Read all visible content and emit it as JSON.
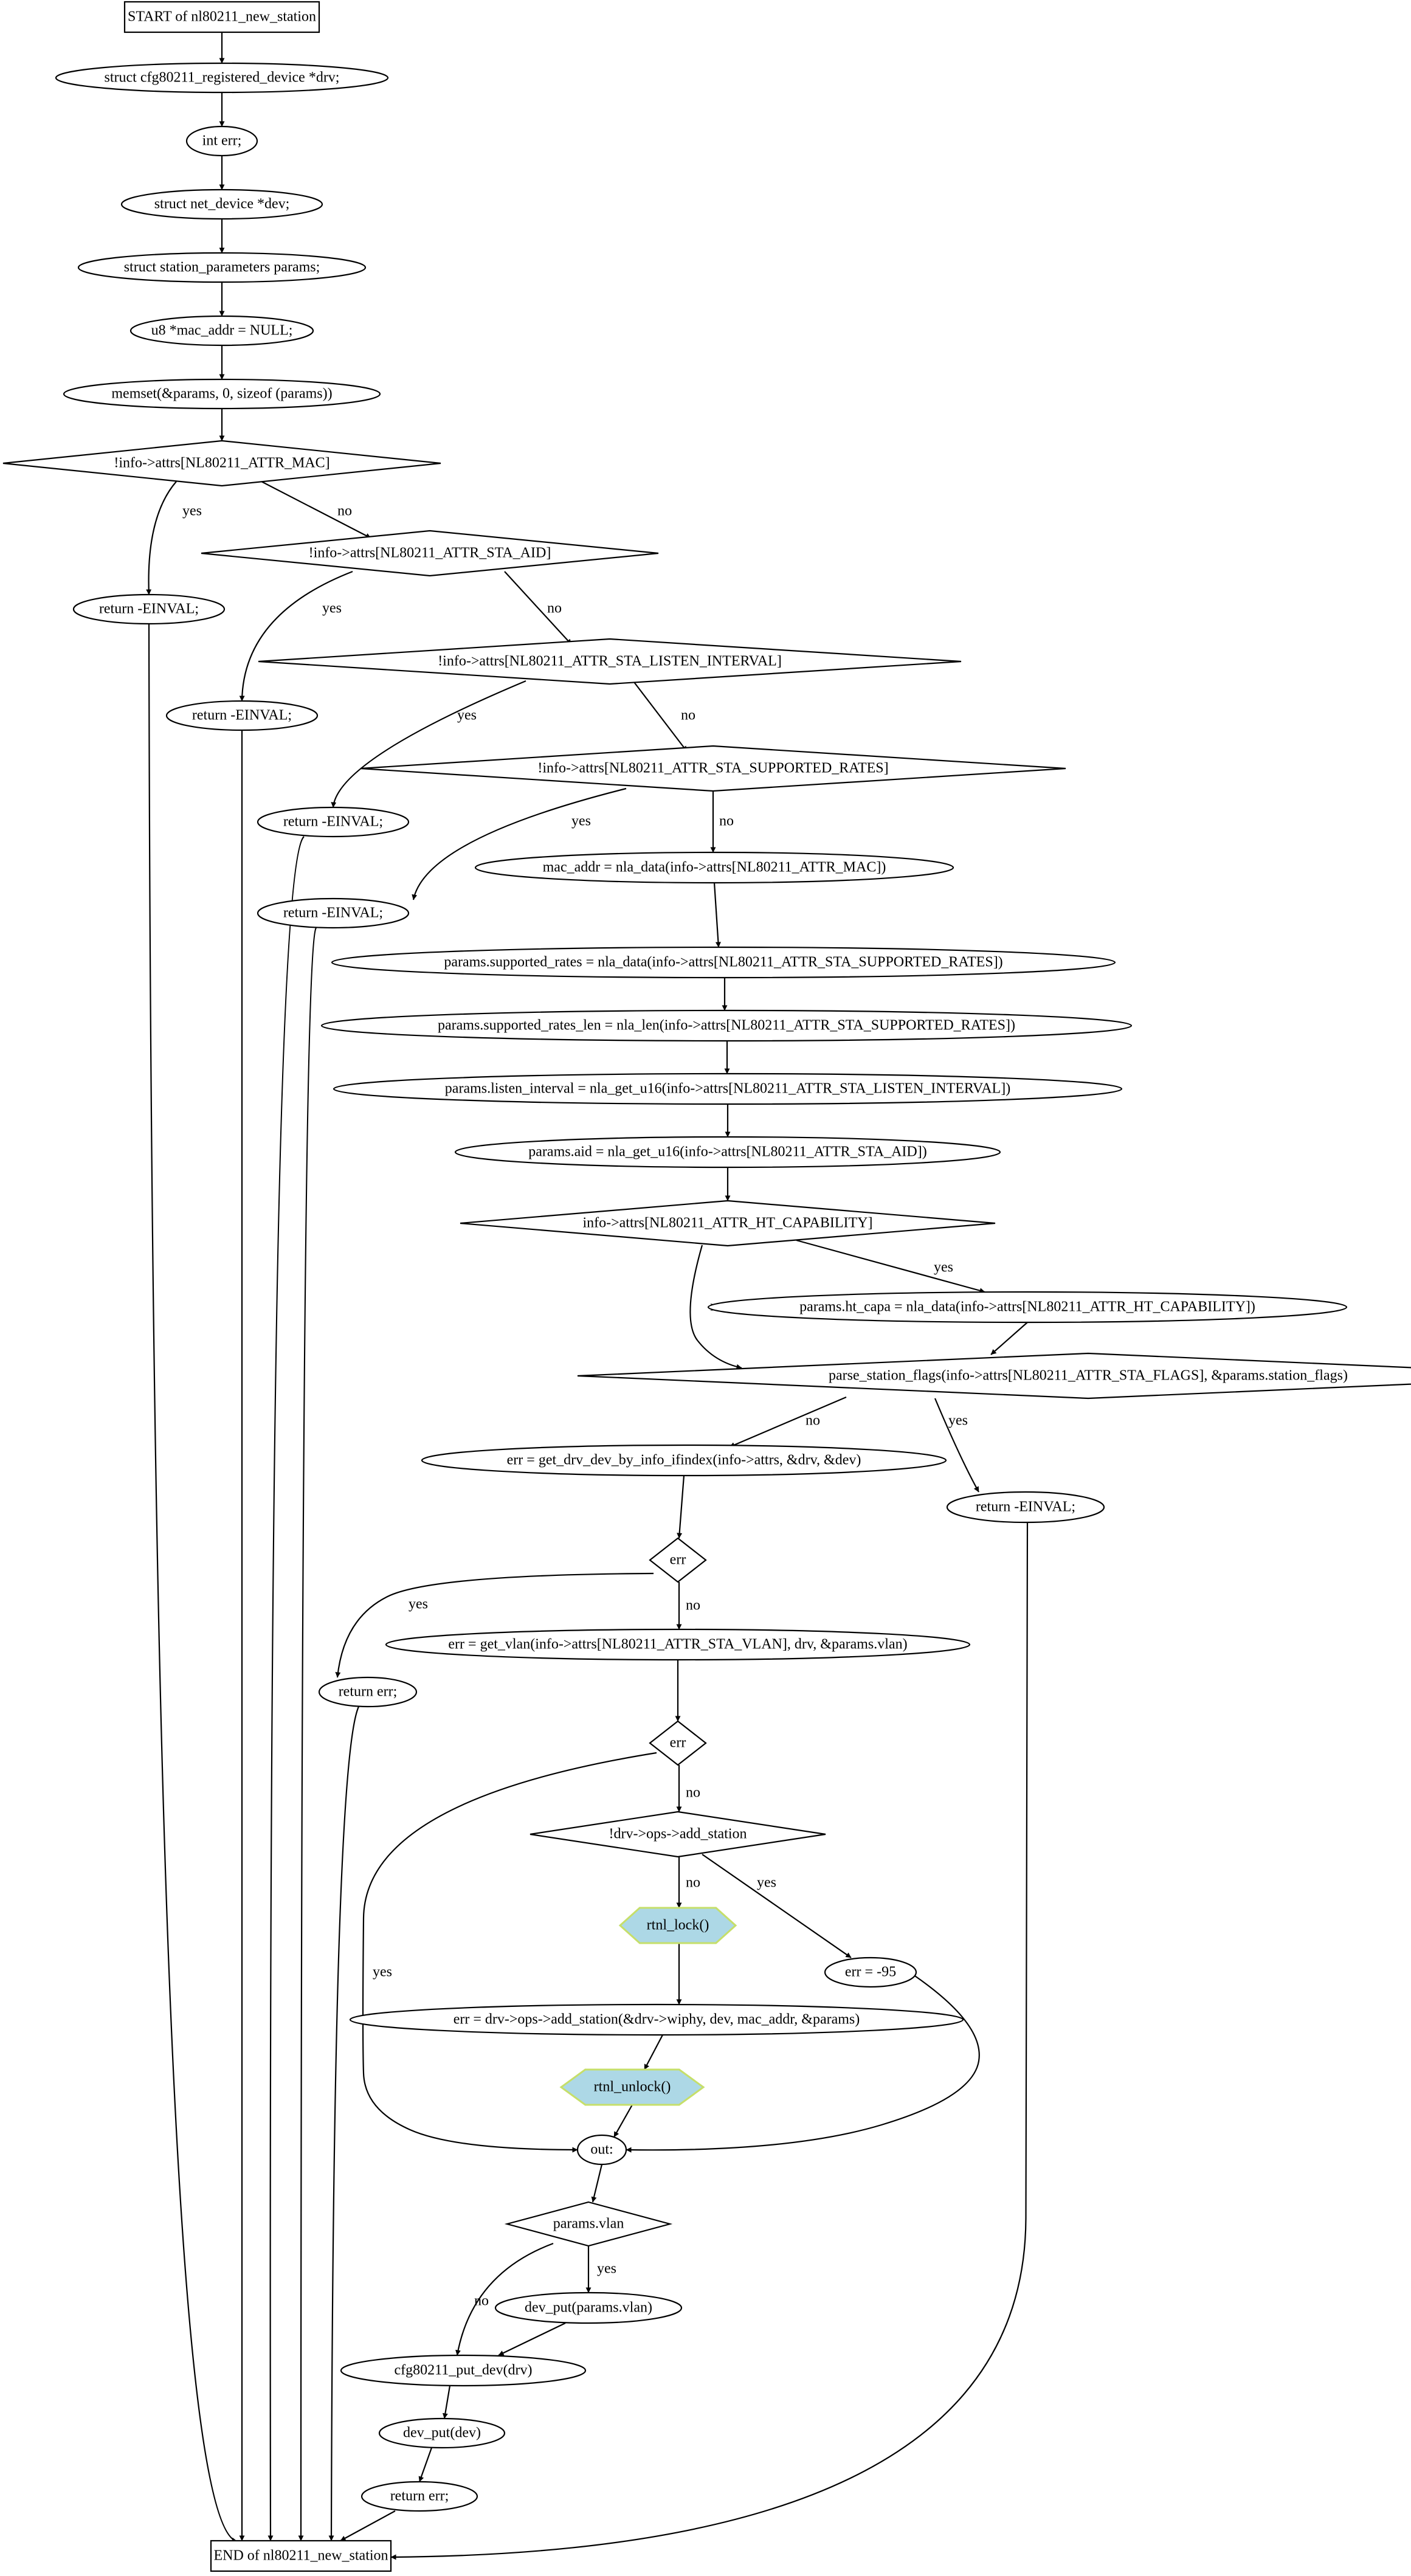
{
  "diagram": {
    "nodes": [
      {
        "id": "n0",
        "shape": "box",
        "label": "START of nl80211_new_station"
      },
      {
        "id": "n1",
        "shape": "ellipse",
        "label": "struct cfg80211_registered_device *drv;"
      },
      {
        "id": "n2",
        "shape": "ellipse",
        "label": "int err;"
      },
      {
        "id": "n3",
        "shape": "ellipse",
        "label": "struct net_device *dev;"
      },
      {
        "id": "n4",
        "shape": "ellipse",
        "label": "struct station_parameters params;"
      },
      {
        "id": "n5",
        "shape": "ellipse",
        "label": "u8 *mac_addr = NULL;"
      },
      {
        "id": "n6",
        "shape": "ellipse",
        "label": "memset(&params, 0, sizeof (params))"
      },
      {
        "id": "n7",
        "shape": "diamond",
        "label": "!info->attrs[NL80211_ATTR_MAC]"
      },
      {
        "id": "n8",
        "shape": "ellipse",
        "label": "return -EINVAL;"
      },
      {
        "id": "n9",
        "shape": "diamond",
        "label": "!info->attrs[NL80211_ATTR_STA_AID]"
      },
      {
        "id": "n10",
        "shape": "ellipse",
        "label": "return -EINVAL;"
      },
      {
        "id": "n11",
        "shape": "diamond",
        "label": "!info->attrs[NL80211_ATTR_STA_LISTEN_INTERVAL]"
      },
      {
        "id": "n12",
        "shape": "ellipse",
        "label": "return -EINVAL;"
      },
      {
        "id": "n13",
        "shape": "diamond",
        "label": "!info->attrs[NL80211_ATTR_STA_SUPPORTED_RATES]"
      },
      {
        "id": "n14",
        "shape": "ellipse",
        "label": "return -EINVAL;"
      },
      {
        "id": "n15",
        "shape": "ellipse",
        "label": "mac_addr = nla_data(info->attrs[NL80211_ATTR_MAC])"
      },
      {
        "id": "n16",
        "shape": "ellipse",
        "label": "params.supported_rates = nla_data(info->attrs[NL80211_ATTR_STA_SUPPORTED_RATES])"
      },
      {
        "id": "n17",
        "shape": "ellipse",
        "label": "params.supported_rates_len = nla_len(info->attrs[NL80211_ATTR_STA_SUPPORTED_RATES])"
      },
      {
        "id": "n18",
        "shape": "ellipse",
        "label": "params.listen_interval = nla_get_u16(info->attrs[NL80211_ATTR_STA_LISTEN_INTERVAL])"
      },
      {
        "id": "n19",
        "shape": "ellipse",
        "label": "params.aid = nla_get_u16(info->attrs[NL80211_ATTR_STA_AID])"
      },
      {
        "id": "n20",
        "shape": "diamond",
        "label": "info->attrs[NL80211_ATTR_HT_CAPABILITY]"
      },
      {
        "id": "n21",
        "shape": "ellipse",
        "label": "params.ht_capa = nla_data(info->attrs[NL80211_ATTR_HT_CAPABILITY])"
      },
      {
        "id": "n22",
        "shape": "diamond",
        "label": "parse_station_flags(info->attrs[NL80211_ATTR_STA_FLAGS], &params.station_flags)"
      },
      {
        "id": "n23",
        "shape": "ellipse",
        "label": "err = get_drv_dev_by_info_ifindex(info->attrs, &drv, &dev)"
      },
      {
        "id": "n24",
        "shape": "ellipse",
        "label": "return -EINVAL;"
      },
      {
        "id": "n25",
        "shape": "diamond",
        "label": "err"
      },
      {
        "id": "n26",
        "shape": "ellipse",
        "label": "return err;"
      },
      {
        "id": "n27",
        "shape": "ellipse",
        "label": "err = get_vlan(info->attrs[NL80211_ATTR_STA_VLAN], drv, &params.vlan)"
      },
      {
        "id": "n28",
        "shape": "diamond",
        "label": "err"
      },
      {
        "id": "n29",
        "shape": "diamond",
        "label": "!drv->ops->add_station"
      },
      {
        "id": "n30",
        "shape": "hexagon",
        "label": "rtnl_lock()"
      },
      {
        "id": "n31",
        "shape": "ellipse",
        "label": "err = -95"
      },
      {
        "id": "n32",
        "shape": "ellipse",
        "label": "err = drv->ops->add_station(&drv->wiphy, dev, mac_addr, &params)"
      },
      {
        "id": "n33",
        "shape": "hexagon",
        "label": "rtnl_unlock()"
      },
      {
        "id": "n34",
        "shape": "ellipse",
        "label": "out:"
      },
      {
        "id": "n35",
        "shape": "diamond",
        "label": "params.vlan"
      },
      {
        "id": "n36",
        "shape": "ellipse",
        "label": "dev_put(params.vlan)"
      },
      {
        "id": "n37",
        "shape": "ellipse",
        "label": "cfg80211_put_dev(drv)"
      },
      {
        "id": "n38",
        "shape": "ellipse",
        "label": "dev_put(dev)"
      },
      {
        "id": "n39",
        "shape": "ellipse",
        "label": "return err;"
      },
      {
        "id": "n40",
        "shape": "box",
        "label": "END of nl80211_new_station"
      }
    ],
    "edges": [
      {
        "from": "n0",
        "to": "n1",
        "label": ""
      },
      {
        "from": "n1",
        "to": "n2",
        "label": ""
      },
      {
        "from": "n2",
        "to": "n3",
        "label": ""
      },
      {
        "from": "n3",
        "to": "n4",
        "label": ""
      },
      {
        "from": "n4",
        "to": "n5",
        "label": ""
      },
      {
        "from": "n5",
        "to": "n6",
        "label": ""
      },
      {
        "from": "n6",
        "to": "n7",
        "label": ""
      },
      {
        "from": "n7",
        "to": "n8",
        "label": "yes"
      },
      {
        "from": "n7",
        "to": "n9",
        "label": "no"
      },
      {
        "from": "n9",
        "to": "n10",
        "label": "yes"
      },
      {
        "from": "n9",
        "to": "n11",
        "label": "no"
      },
      {
        "from": "n11",
        "to": "n12",
        "label": "yes"
      },
      {
        "from": "n11",
        "to": "n13",
        "label": "no"
      },
      {
        "from": "n13",
        "to": "n14",
        "label": "yes"
      },
      {
        "from": "n13",
        "to": "n15",
        "label": "no"
      },
      {
        "from": "n15",
        "to": "n16",
        "label": ""
      },
      {
        "from": "n16",
        "to": "n17",
        "label": ""
      },
      {
        "from": "n17",
        "to": "n18",
        "label": ""
      },
      {
        "from": "n18",
        "to": "n19",
        "label": ""
      },
      {
        "from": "n19",
        "to": "n20",
        "label": ""
      },
      {
        "from": "n20",
        "to": "n21",
        "label": "yes"
      },
      {
        "from": "n20",
        "to": "n22",
        "label": "no"
      },
      {
        "from": "n21",
        "to": "n22",
        "label": ""
      },
      {
        "from": "n22",
        "to": "n23",
        "label": "no"
      },
      {
        "from": "n22",
        "to": "n24",
        "label": "yes"
      },
      {
        "from": "n23",
        "to": "n25",
        "label": ""
      },
      {
        "from": "n25",
        "to": "n26",
        "label": "yes"
      },
      {
        "from": "n25",
        "to": "n27",
        "label": "no"
      },
      {
        "from": "n27",
        "to": "n28",
        "label": ""
      },
      {
        "from": "n28",
        "to": "n29",
        "label": "no"
      },
      {
        "from": "n28",
        "to": "n34",
        "label": "yes"
      },
      {
        "from": "n29",
        "to": "n30",
        "label": "no"
      },
      {
        "from": "n29",
        "to": "n31",
        "label": "yes"
      },
      {
        "from": "n30",
        "to": "n32",
        "label": ""
      },
      {
        "from": "n32",
        "to": "n33",
        "label": ""
      },
      {
        "from": "n33",
        "to": "n34",
        "label": ""
      },
      {
        "from": "n31",
        "to": "n34",
        "label": ""
      },
      {
        "from": "n34",
        "to": "n35",
        "label": ""
      },
      {
        "from": "n35",
        "to": "n36",
        "label": "yes"
      },
      {
        "from": "n35",
        "to": "n37",
        "label": "no"
      },
      {
        "from": "n36",
        "to": "n37",
        "label": ""
      },
      {
        "from": "n37",
        "to": "n38",
        "label": ""
      },
      {
        "from": "n38",
        "to": "n39",
        "label": ""
      },
      {
        "from": "n39",
        "to": "n40",
        "label": ""
      },
      {
        "from": "n8",
        "to": "n40",
        "label": ""
      },
      {
        "from": "n10",
        "to": "n40",
        "label": ""
      },
      {
        "from": "n12",
        "to": "n40",
        "label": ""
      },
      {
        "from": "n14",
        "to": "n40",
        "label": ""
      },
      {
        "from": "n24",
        "to": "n40",
        "label": ""
      },
      {
        "from": "n26",
        "to": "n40",
        "label": ""
      }
    ]
  }
}
